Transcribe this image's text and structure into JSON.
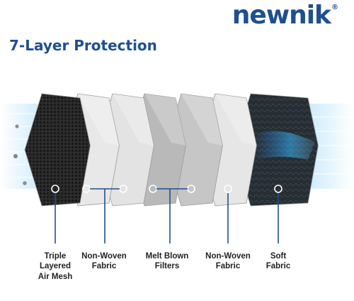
{
  "brand": {
    "name": "newnik",
    "mark": "®",
    "color": "#1f4f8f"
  },
  "headline": "7-Layer Protection",
  "layers": [
    {
      "fill": "#2b2b2b",
      "texture": "mesh"
    },
    {
      "fill": "#e8e8e8",
      "texture": "fabric"
    },
    {
      "fill": "#e3e3e3",
      "texture": "fabric"
    },
    {
      "fill": "#b9b9b9",
      "texture": "filter"
    },
    {
      "fill": "#c6c6c6",
      "texture": "filter"
    },
    {
      "fill": "#e6e6e6",
      "texture": "fabric"
    },
    {
      "fill": "#2a3238",
      "texture": "soft"
    }
  ],
  "captions": [
    {
      "text": "Triple\nLayered\nAir Mesh"
    },
    {
      "text": "Non-Woven\nFabric"
    },
    {
      "text": "Melt Blown\nFilters"
    },
    {
      "text": "Non-Woven\nFabric"
    },
    {
      "text": "Soft\nFabric"
    }
  ],
  "connector_color": "#1f4f8f",
  "airflow_color": "#bfe6fb"
}
